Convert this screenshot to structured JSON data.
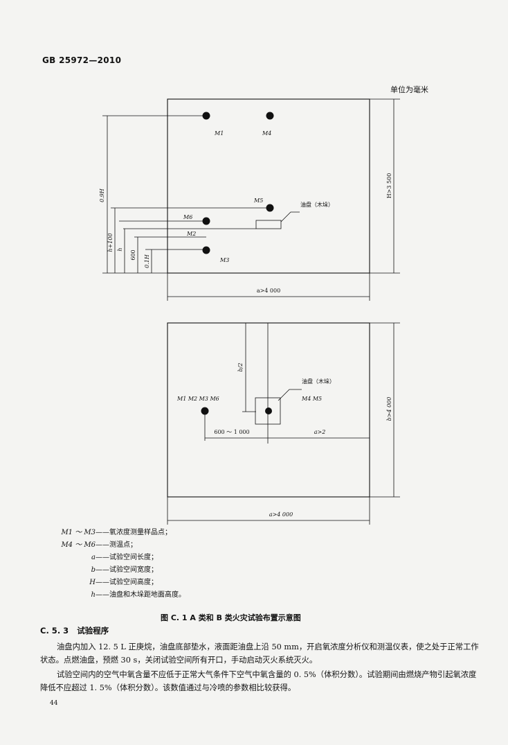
{
  "header": {
    "standard_number": "GB 25972—2010"
  },
  "figure": {
    "unit_note": "单位为毫米",
    "elevation": {
      "labels": {
        "m1": "M1",
        "m4": "M4",
        "m5": "M5",
        "m6": "M6",
        "m2": "M2",
        "m3": "M3",
        "oil_pan": "油盘（木垛）",
        "dim_09h": "0.9H",
        "dim_h100": "h+100",
        "dim_h": "h",
        "dim_600": "600",
        "dim_01h": "0.1H",
        "dim_H": "H>3 500",
        "dim_a": "a>4 000"
      }
    },
    "plan": {
      "labels": {
        "b2": "b/2",
        "oil_pan": "油盘（木垛）",
        "group_left": "M1 M2 M3 M6",
        "group_right": "M4 M5",
        "dim_range": "600 ～ 1 000",
        "dim_a2": "a>2",
        "dim_b": "b>4 000",
        "dim_a": "a>4 000"
      }
    },
    "legend": [
      {
        "symbol": "M1 ～ M3",
        "dash": "——",
        "text": "氧浓度测量样品点；"
      },
      {
        "symbol": "M4 ～ M6",
        "dash": "——",
        "text": "测温点；"
      },
      {
        "symbol": "a",
        "dash": "——",
        "text": "试验空间长度；"
      },
      {
        "symbol": "b",
        "dash": "——",
        "text": "试验空间宽度；"
      },
      {
        "symbol": "H",
        "dash": "——",
        "text": "试验空间高度；"
      },
      {
        "symbol": "h",
        "dash": "——",
        "text": "油盘和木垛距地面高度。"
      }
    ],
    "caption": "图 C. 1   A 类和 B 类火灾试验布置示意图"
  },
  "section": {
    "number": "C. 5. 3",
    "title": "试验程序",
    "paragraphs": [
      "油盘内加入 12. 5 L 正庚烷，油盘底部垫水，液面距油盘上沿 50 mm，开启氧浓度分析仪和测温仪表，使之处于正常工作状态。点燃油盘，预燃 30 s，关闭试验空间所有开口，手动启动灭火系统灭火。",
      "试验空间内的空气中氧含量不应低于正常大气条件下空气中氧含量的 0. 5%（体积分数）。试验期间由燃烧产物引起氧浓度降低不应超过 1. 5%（体积分数）。该数值通过与冷喷的参数相比较获得。"
    ]
  },
  "footer": {
    "page_number": "44"
  }
}
